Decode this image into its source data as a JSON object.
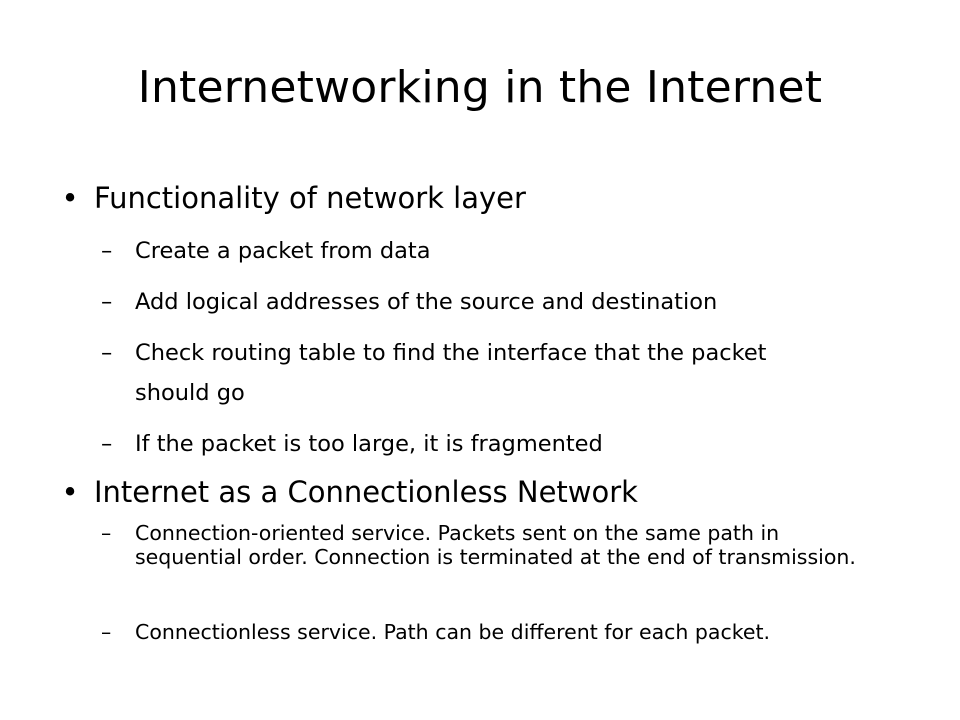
{
  "slide": {
    "title": "Internetworking in the Internet",
    "bullets": [
      {
        "text": "Functionality of network layer",
        "bullet_glyph": "•",
        "subitems": [
          {
            "dash": "–",
            "text": "Create a packet from data"
          },
          {
            "dash": "–",
            "text": "Add logical addresses of the source and destination"
          },
          {
            "dash": "–",
            "text": "Check routing table to find the interface that the packet should go"
          },
          {
            "dash": "–",
            "text": "If the packet is too large, it is fragmented"
          }
        ]
      },
      {
        "text": "Internet as a Connectionless Network",
        "bullet_glyph": "•",
        "subitems": [
          {
            "dash": "–",
            "text": "Connection-oriented service. Packets sent on the same path in sequential order. Connection is terminated at the end of transmission."
          },
          {
            "dash": "–",
            "text": "Connectionless service. Path can be different for each packet."
          }
        ]
      }
    ]
  }
}
